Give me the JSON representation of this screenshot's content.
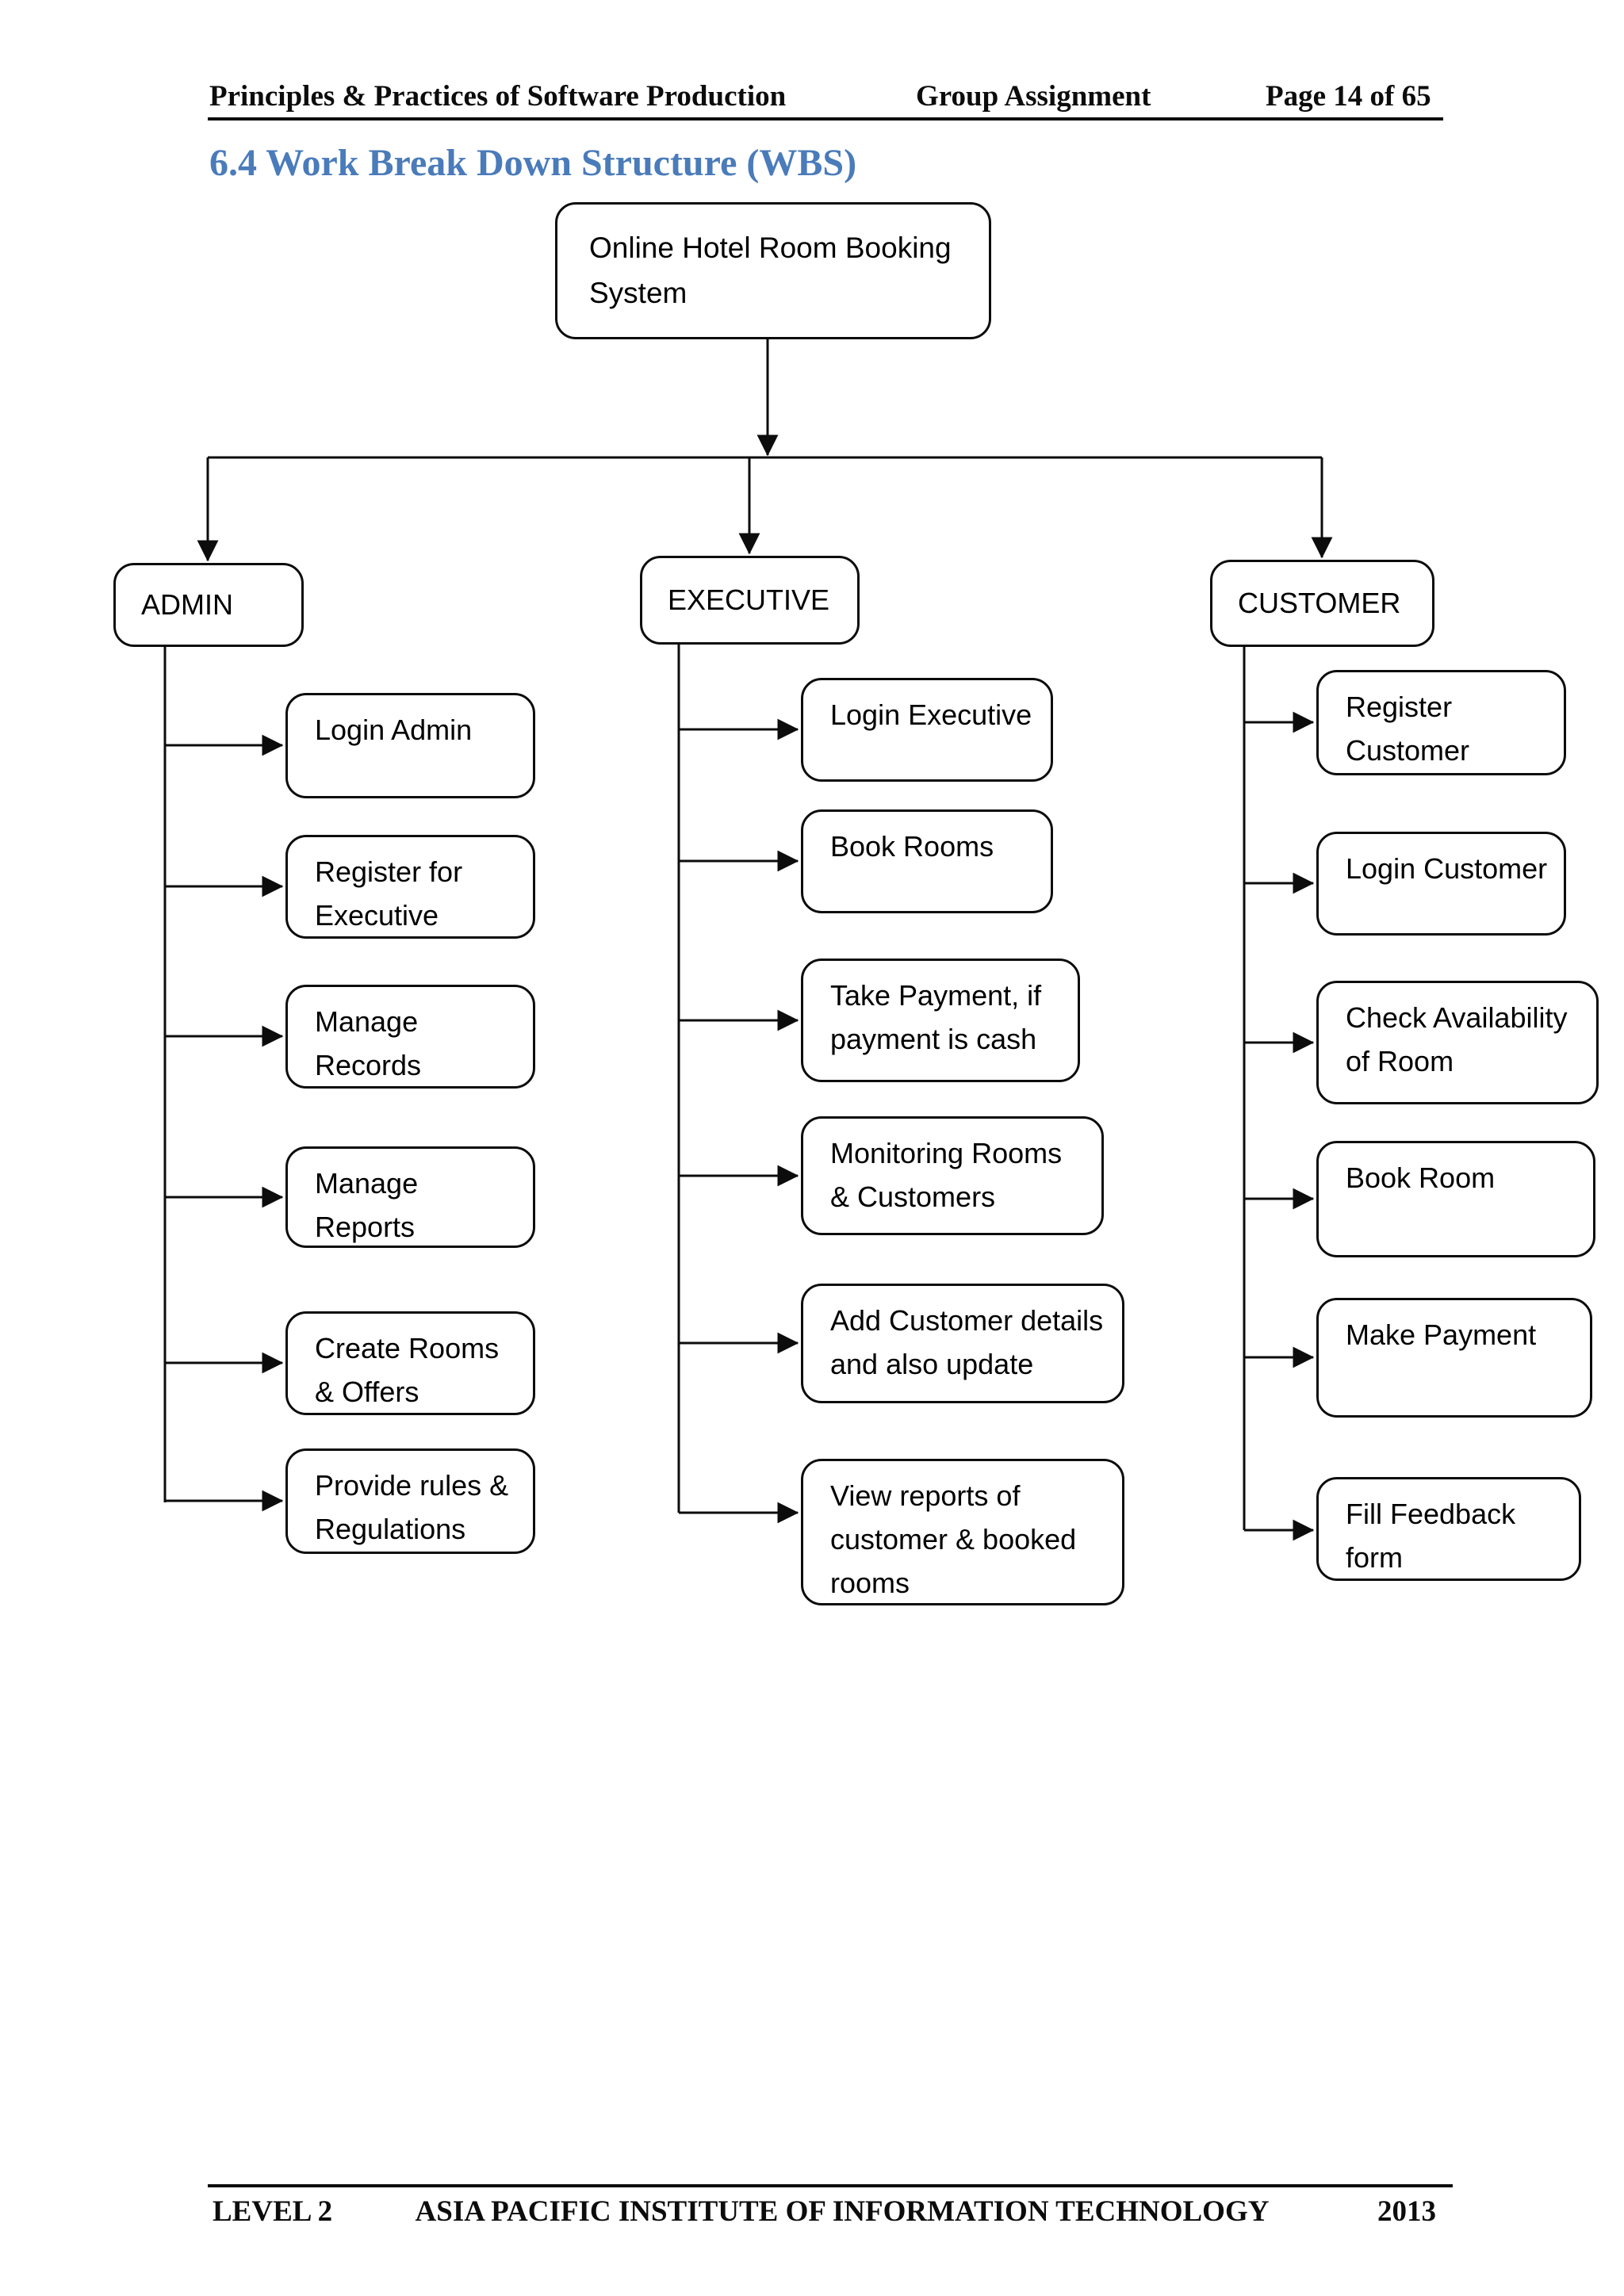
{
  "header": {
    "course": "Principles & Practices of Software Production",
    "assignment": "Group Assignment",
    "page": "Page 14 of 65"
  },
  "section_heading": "6.4 Work Break Down Structure (WBS)",
  "heading_color": "#4A7BBA",
  "diagram": {
    "root": {
      "label": "Online Hotel Room Booking\nSystem"
    },
    "columns": [
      {
        "label": "ADMIN",
        "children": [
          "Login Admin",
          "Register for\nExecutive",
          "Manage\nRecords",
          "Manage\nReports",
          "Create Rooms\n& Offers",
          "Provide rules &\nRegulations"
        ]
      },
      {
        "label": "EXECUTIVE",
        "children": [
          "Login Executive",
          "Book Rooms",
          "Take Payment, if\npayment is cash",
          "Monitoring Rooms\n& Customers",
          "Add Customer details\nand also update",
          "View reports of\ncustomer & booked\nrooms"
        ]
      },
      {
        "label": "CUSTOMER",
        "children": [
          "Register\nCustomer",
          "Login Customer",
          "Check Availability\nof Room",
          "Book Room",
          "Make Payment",
          "Fill Feedback\nform"
        ]
      }
    ]
  },
  "footer": {
    "level": "LEVEL 2",
    "institute": "ASIA PACIFIC INSTITUTE OF INFORMATION TECHNOLOGY",
    "year": "2013"
  }
}
